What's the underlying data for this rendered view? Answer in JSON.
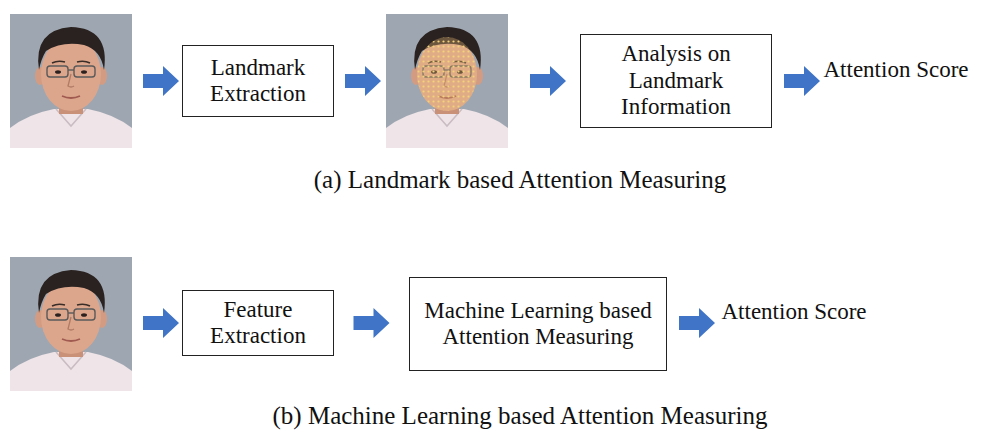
{
  "diagram": {
    "nodes": [
      {
        "text": [
          "Landmark Extraction"
        ]
      },
      {
        "text": [
          "Analysis on Landmark Information"
        ]
      },
      {
        "text": [
          "Feature Extraction"
        ]
      },
      {
        "text": [
          "Machine Learning based Attention Measuring"
        ]
      }
    ],
    "edges": [
      {
        "from": 2,
        "to": 3,
        "arrow": "to"
      }
    ],
    "labels": [
      "Attention Score",
      "(a) Landmark based Attention Measuring",
      "Attention Score",
      "(b) Machine Learning based Attention Measuring"
    ]
  }
}
